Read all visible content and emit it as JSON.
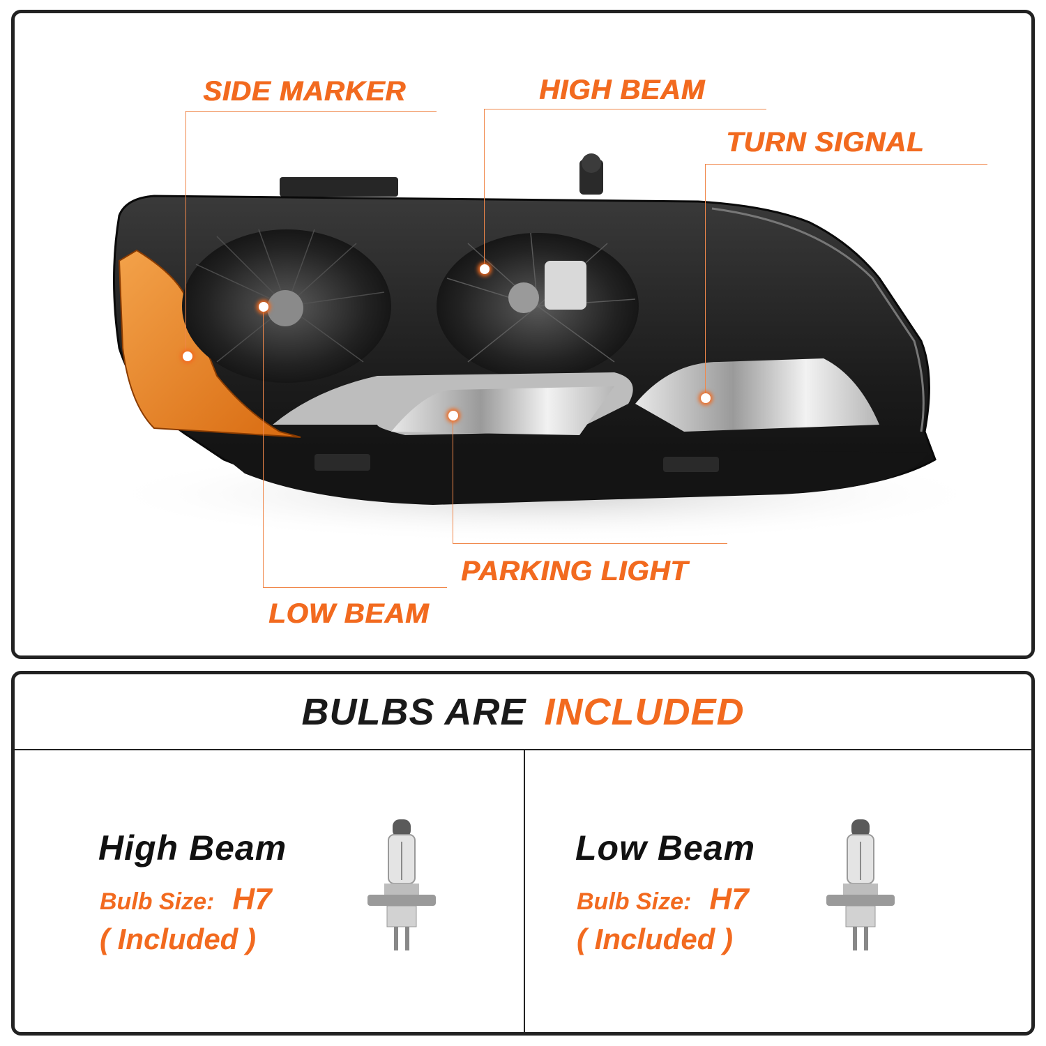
{
  "callouts": {
    "side_marker": "SIDE MARKER",
    "high_beam": "HIGH BEAM",
    "turn_signal": "TURN SIGNAL",
    "parking_light": "PARKING LIGHT",
    "low_beam": "LOW BEAM"
  },
  "bulbs_section": {
    "header_dark": "BULBS ARE",
    "header_orange": "INCLUDED",
    "items": [
      {
        "title": "High Beam",
        "size_label": "Bulb Size:",
        "size_value": "H7",
        "included": "( Included )"
      },
      {
        "title": "Low Beam",
        "size_label": "Bulb Size:",
        "size_value": "H7",
        "included": "( Included )"
      }
    ]
  },
  "colors": {
    "accent": "#f26a1f",
    "border": "#222222",
    "amber_lens": "#e8801c"
  }
}
